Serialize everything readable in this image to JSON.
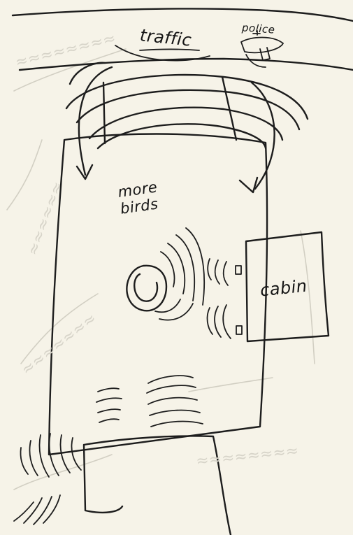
{
  "labels": {
    "traffic": "traffic",
    "police": "police",
    "more_birds": "more birds",
    "cabin": "cabin"
  },
  "colors": {
    "paper": "#f6f3e8",
    "ink": "#1d1d1d",
    "bleed_through": "#d2cfc3"
  }
}
